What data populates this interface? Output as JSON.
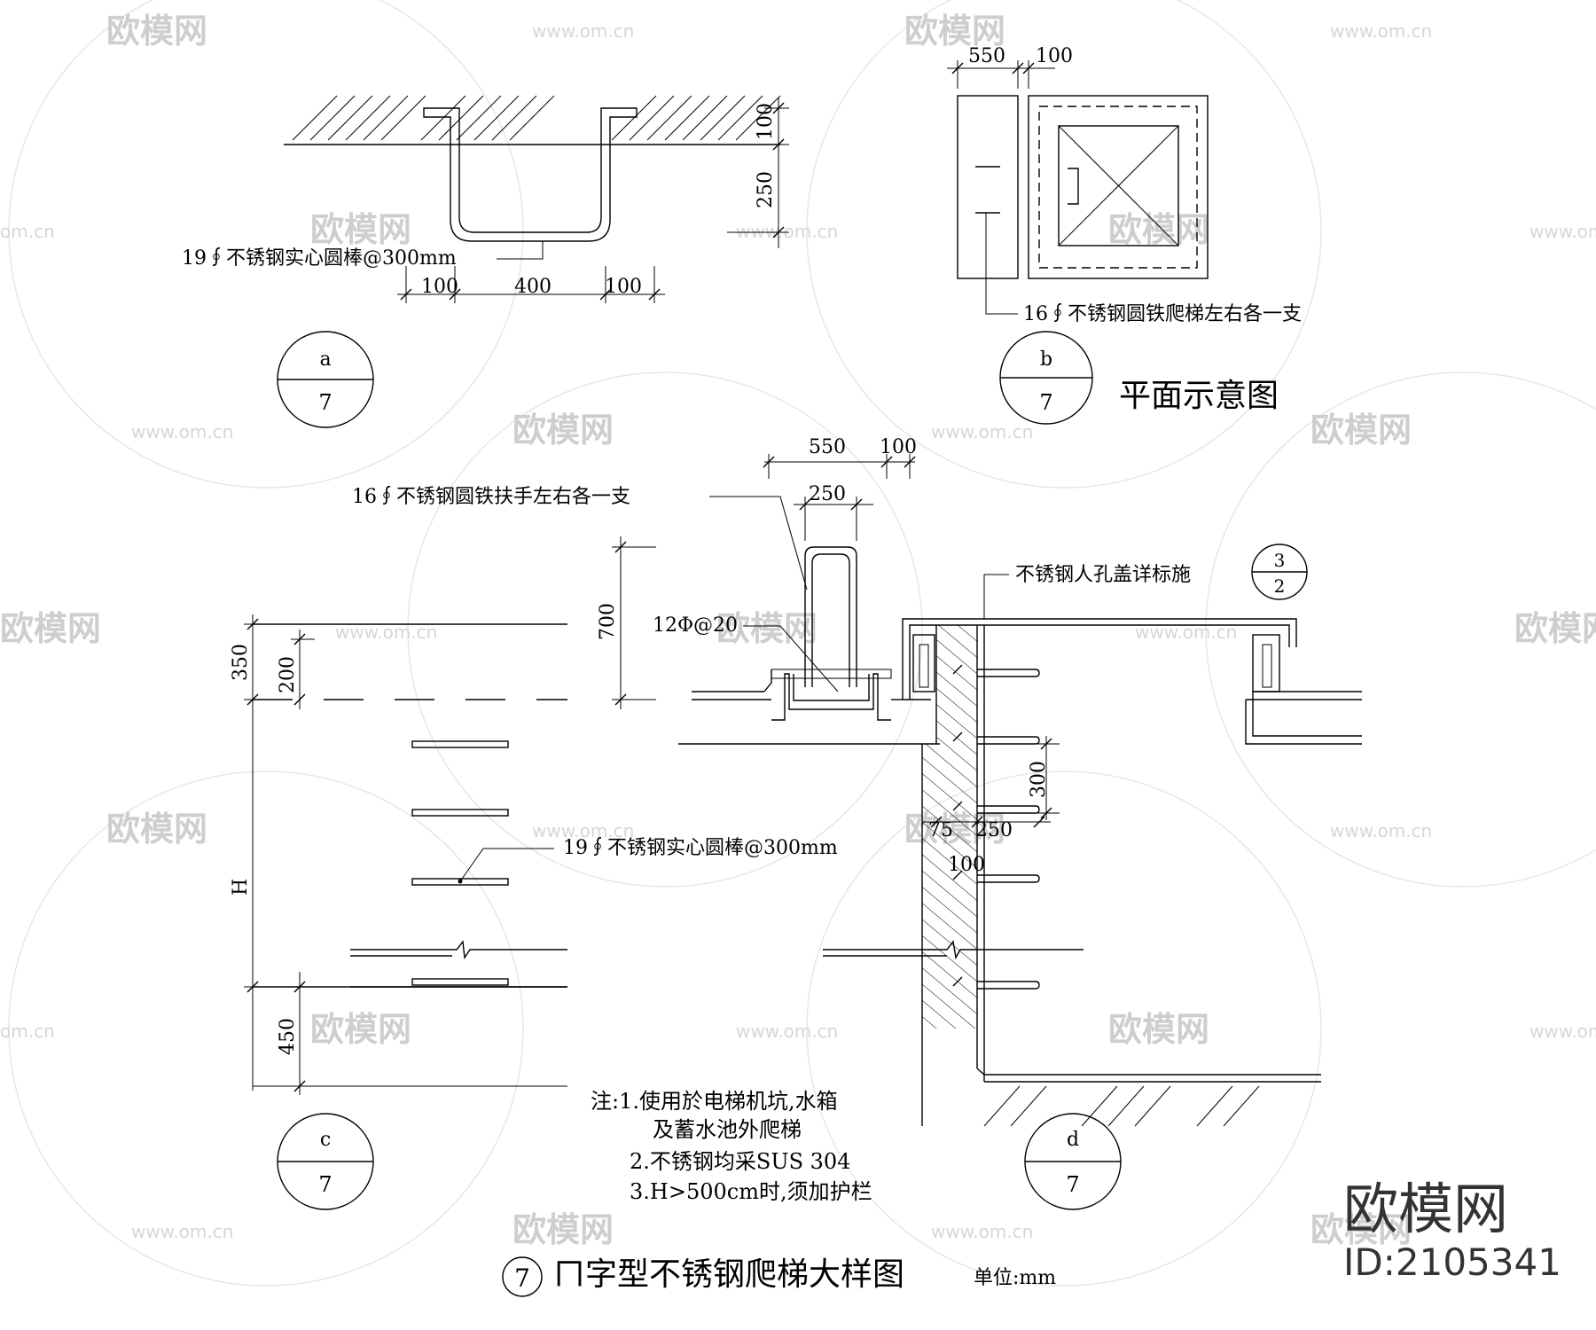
{
  "detail_a": {
    "bubble_top": "a",
    "bubble_bottom": "7",
    "label_rod": "19∮不锈钢实心圆棒@300mm",
    "dim_left": "100",
    "dim_mid": "400",
    "dim_right": "100",
    "dim_v_top": "100",
    "dim_v_bottom": "250"
  },
  "detail_b": {
    "bubble_top": "b",
    "bubble_bottom": "7",
    "dim_550": "550",
    "dim_100": "100",
    "label_ladder": "16∮不锈钢圆铁爬梯左右各一支",
    "title": "平面示意图"
  },
  "detail_c": {
    "bubble_top": "c",
    "bubble_bottom": "7",
    "label_handrail": "16∮不锈钢圆铁扶手左右各一支",
    "label_rebar": "12Φ@20",
    "label_rod": "19∮不锈钢实心圆棒@300mm",
    "label_cover": "不锈钢人孔盖详标施",
    "cover_ref_top": "3",
    "cover_ref_bottom": "2",
    "dim_550": "550",
    "dim_100": "100",
    "dim_250": "250",
    "dim_700": "700",
    "dim_350": "350",
    "dim_200": "200",
    "dim_H": "H",
    "dim_450": "450"
  },
  "detail_d": {
    "bubble_top": "d",
    "bubble_bottom": "7",
    "dim_300": "300",
    "dim_75": "75",
    "dim_250": "250",
    "dim_100": "100"
  },
  "notes": {
    "line1": "注:1.使用於电梯机坑,水箱",
    "line2": "及蓄水池外爬梯",
    "line3": "2.不锈钢均采SUS 304",
    "line4": "3.H>500cm时,须加护栏"
  },
  "title_block": {
    "number": "7",
    "title": "ㄇ字型不锈钢爬梯大样图",
    "unit": "单位:mm"
  },
  "watermark": {
    "brand": "欧模网",
    "url": "www.om.cn",
    "url_short": "om.cn",
    "id": "ID:2105341"
  }
}
